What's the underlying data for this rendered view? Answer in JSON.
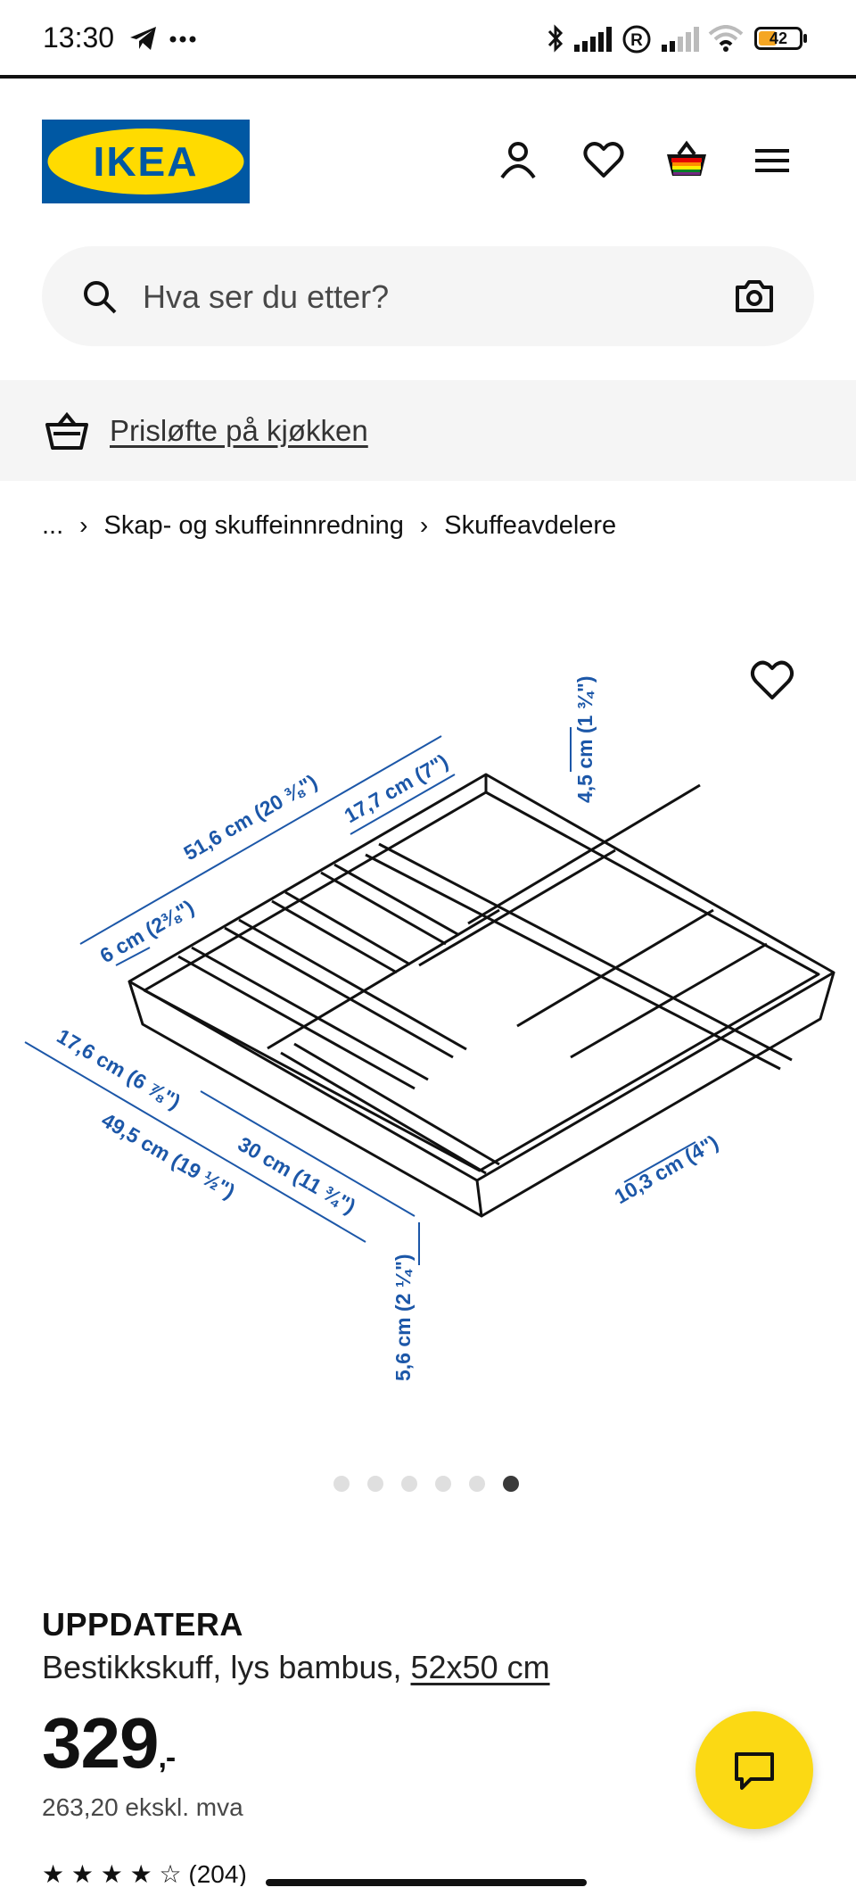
{
  "status_bar": {
    "time": "13:30",
    "icons": [
      "telegram-icon",
      "more-dots-icon",
      "bluetooth-icon",
      "signal-icon",
      "registered-icon",
      "signal-2-icon",
      "wifi-icon",
      "battery-icon"
    ],
    "battery_level": "42"
  },
  "header": {
    "logo_text": "IKEA",
    "icons": [
      "account-icon",
      "heart-icon",
      "basket-icon",
      "menu-icon"
    ],
    "brand_blue": "#0058a3",
    "brand_yellow": "#ffdb00"
  },
  "search": {
    "placeholder": "Hva ser du etter?",
    "icons": [
      "search-icon",
      "camera-icon"
    ]
  },
  "promo": {
    "text": "Prisløfte på kjøkken",
    "icon": "basket-icon"
  },
  "breadcrumb": {
    "items": [
      "...",
      "Skap- og skuffeinnredning",
      "Skuffeavdelere"
    ],
    "separator": "›"
  },
  "product_image": {
    "dimensions": {
      "d1": "51,6 cm (20 ⅜\")",
      "d2": "17,7 cm (7\")",
      "d3": "4,5 cm (1 ¾\")",
      "d4": "6 cm (2⅜\")",
      "d5": "17,6 cm (6 ⅞\")",
      "d6": "49,5 cm (19 ½\")",
      "d7": "30 cm (11 ¾\")",
      "d8": "10,3 cm (4\")",
      "d9": "5,6 cm (2 ¼\")"
    },
    "dimension_color": "#1c57a8"
  },
  "carousel": {
    "total": 6,
    "active_index": 5
  },
  "product": {
    "name": "UPPDATERA",
    "description": "Bestikkskuff, lys bambus, ",
    "size_link": "52x50 cm",
    "price": "329",
    "price_suffix": ",-",
    "price_ex_vat": "263,20 ekskl. mva",
    "rating_stars": 4,
    "rating_count": "(204)"
  },
  "chat": {
    "icon": "chat-icon",
    "color": "#fbd914"
  }
}
